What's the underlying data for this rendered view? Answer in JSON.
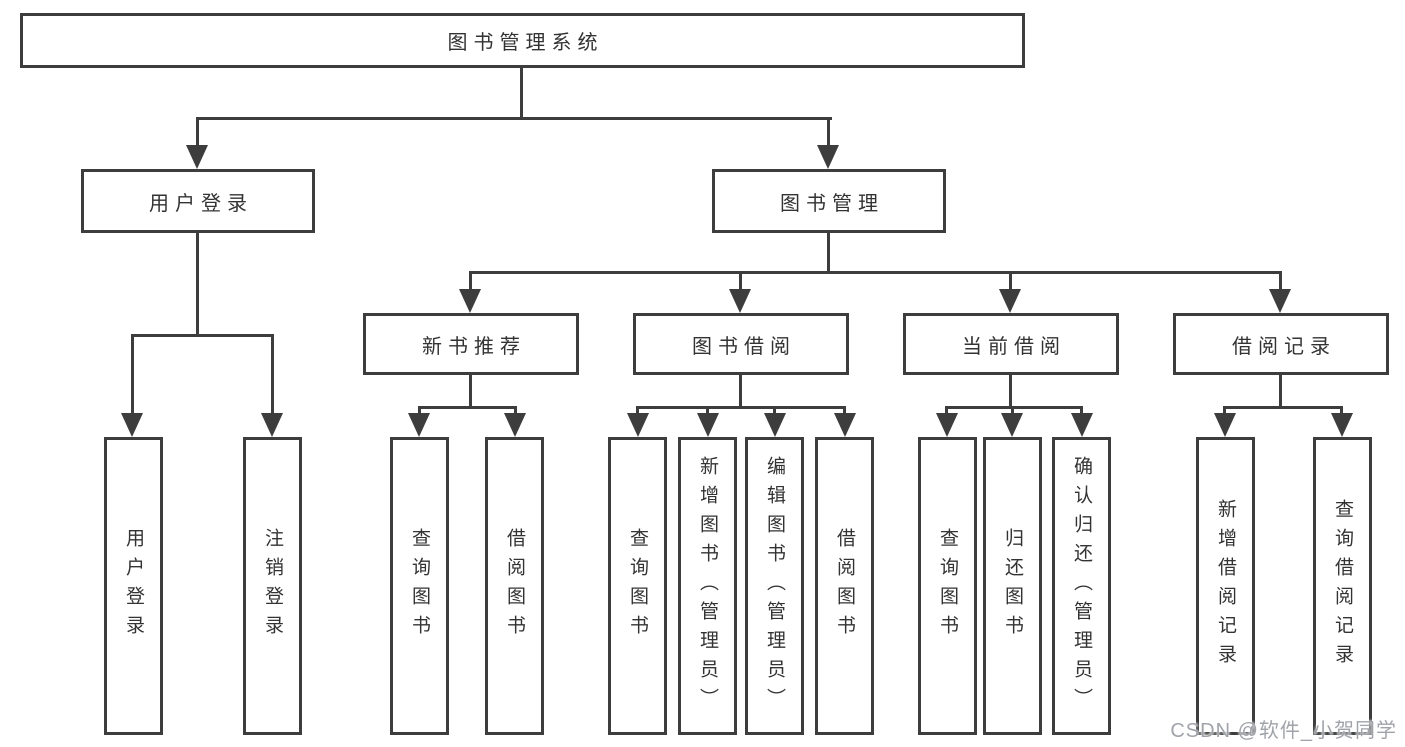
{
  "diagram_type": "functional-structure-tree",
  "colors": {
    "line": "#3d3d3d",
    "text": "#333333",
    "watermark": "#a0a4aa",
    "background": "#ffffff"
  },
  "root": {
    "label": "图书管理系统"
  },
  "level2": [
    {
      "label": "用户登录"
    },
    {
      "label": "图书管理"
    }
  ],
  "level3": [
    {
      "label": "新书推荐"
    },
    {
      "label": "图书借阅"
    },
    {
      "label": "当前借阅"
    },
    {
      "label": "借阅记录"
    }
  ],
  "leaves": {
    "user_login": [
      {
        "label": "用户登录"
      },
      {
        "label": "注销登录"
      }
    ],
    "new_book": [
      {
        "label": "查询图书"
      },
      {
        "label": "借阅图书"
      }
    ],
    "book_borrow": [
      {
        "label": "查询图书"
      },
      {
        "label": "新增图书（管理员）"
      },
      {
        "label": "编辑图书（管理员）"
      },
      {
        "label": "借阅图书"
      }
    ],
    "current_borrow": [
      {
        "label": "查询图书"
      },
      {
        "label": "归还图书"
      },
      {
        "label": "确认归还（管理员）"
      }
    ],
    "borrow_record": [
      {
        "label": "新增借阅记录"
      },
      {
        "label": "查询借阅记录"
      }
    ]
  },
  "watermark": "CSDN @软件_小贺同学"
}
